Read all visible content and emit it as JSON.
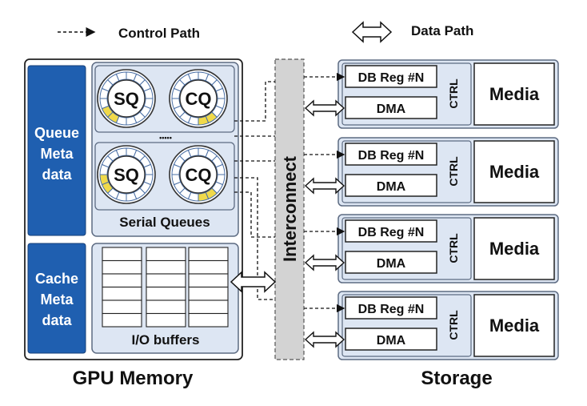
{
  "legend": {
    "control_path": "Control Path",
    "data_path": "Data Path"
  },
  "gpu": {
    "title": "GPU Memory",
    "queue_meta": [
      "Queue",
      "Meta",
      "data"
    ],
    "cache_meta": [
      "Cache",
      "Meta",
      "data"
    ],
    "sq_label": "SQ",
    "cq_label": "CQ",
    "ellipsis": "•••••",
    "serial_queues": "Serial Queues",
    "io_buffers": "I/O buffers"
  },
  "interconnect": "Interconnect",
  "storage": {
    "title": "Storage",
    "devices": [
      {
        "doorbell": "DB Reg #N",
        "dma": "DMA",
        "ctrl": "CTRL",
        "media": "Media"
      },
      {
        "doorbell": "DB Reg #N",
        "dma": "DMA",
        "ctrl": "CTRL",
        "media": "Media"
      },
      {
        "doorbell": "DB Reg #N",
        "dma": "DMA",
        "ctrl": "CTRL",
        "media": "Media"
      },
      {
        "doorbell": "DB Reg #N",
        "dma": "DMA",
        "ctrl": "CTRL",
        "media": "Media"
      }
    ]
  },
  "colors": {
    "panel_fill": "#dde6f3",
    "panel_stroke": "#5d6b82",
    "meta_fill": "#1f5fb0",
    "interconnect_fill": "#d3d3d3",
    "ring_highlight": "#f0d94a",
    "ring_segment": "#c9d8ef"
  }
}
